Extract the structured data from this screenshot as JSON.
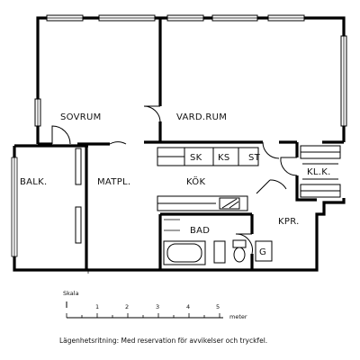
{
  "rooms": {
    "sovrum": "SOVRUM",
    "vardrum": "VARD.RUM",
    "balk": "BALK.",
    "matpl": "MATPL.",
    "kok": "KÖK",
    "sk": "SK",
    "ks": "KS",
    "st": "ST",
    "klk": "KL.K.",
    "bad": "BAD",
    "kpr": "KPR.",
    "g": "G"
  },
  "scale": {
    "title": "Skala",
    "ticks": [
      "1",
      "2",
      "3",
      "4",
      "5"
    ],
    "unit": "meter"
  },
  "caption": "Lägenhetsritning: Med reservation för avvikelser och tryckfel."
}
